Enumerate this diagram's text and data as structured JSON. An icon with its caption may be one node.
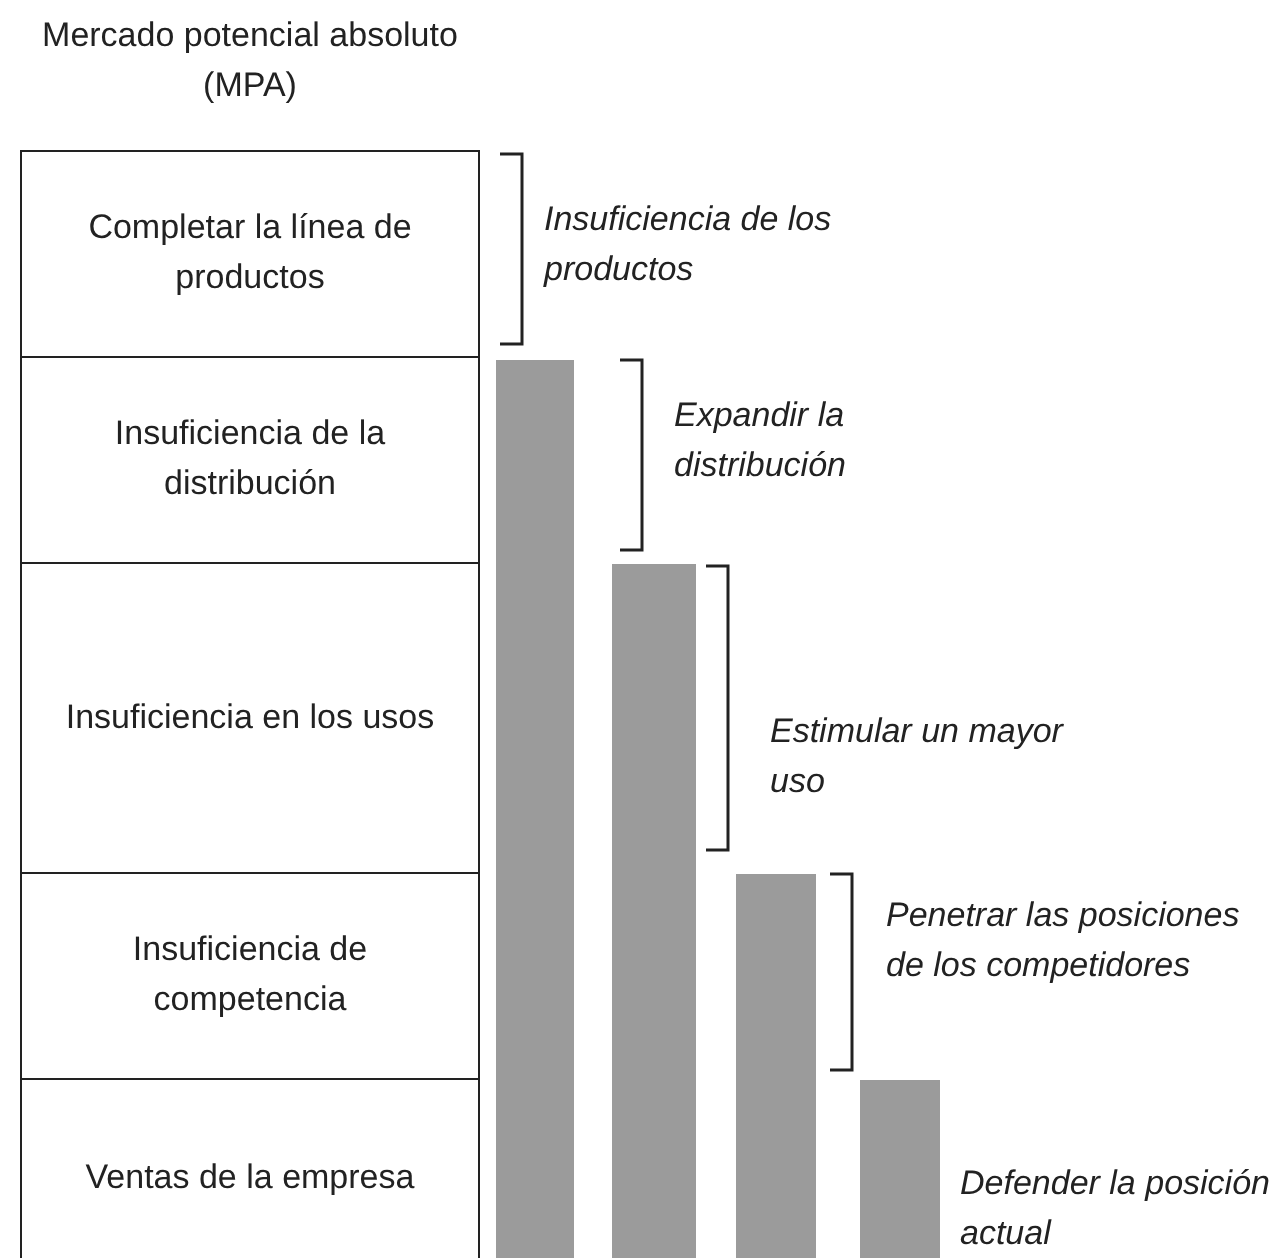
{
  "diagram": {
    "title": "Mercado potencial absoluto (MPA)",
    "nodes": [
      {
        "text": [
          "Completar la línea de productos"
        ]
      },
      {
        "text": [
          "Insuficiencia de la distribución"
        ]
      },
      {
        "text": [
          "Insuficiencia en los usos"
        ]
      },
      {
        "text": [
          "Insuficiencia de competencia"
        ]
      },
      {
        "text": [
          "Ventas de la empresa"
        ]
      },
      {
        "text": [],
        "shape": "bar"
      },
      {
        "text": [],
        "shape": "bar"
      },
      {
        "text": [],
        "shape": "bar"
      },
      {
        "text": [],
        "shape": "bar"
      }
    ],
    "labels": [
      "Insuficiencia de los productos",
      "Expandir la distribución",
      "Estimular un mayor uso",
      "Penetrar las posiciones de los competidores",
      "Defender la posición actual"
    ]
  }
}
